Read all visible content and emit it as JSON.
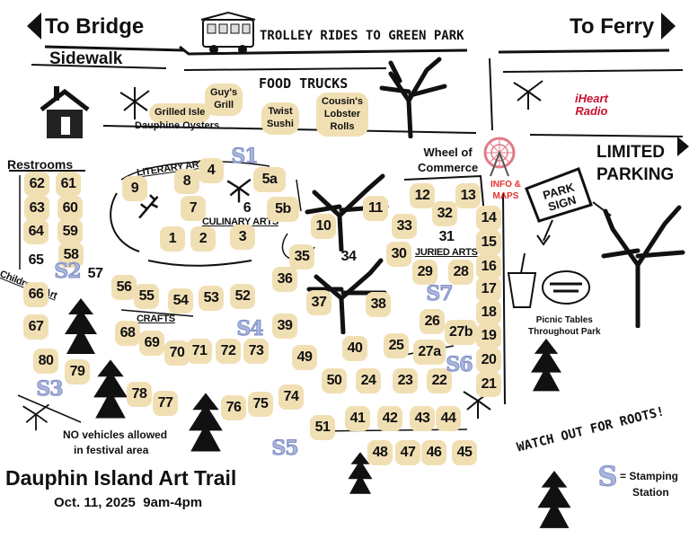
{
  "nav": {
    "to_bridge": "To Bridge",
    "to_ferry": "To Ferry",
    "sidewalk": "Sidewalk",
    "limited_parking_1": "LIMITED",
    "limited_parking_2": "PARKING"
  },
  "banners": {
    "trolley": "TROLLEY RIDES TO GREEN PARK",
    "food_trucks": "FOOD TRUCKS",
    "iheart_1": "iHeart",
    "iheart_2": "Radio"
  },
  "food_trucks": [
    {
      "key": "grilled",
      "lines": [
        "Grilled Isle"
      ]
    },
    {
      "key": "dauphine",
      "lines": [
        "Dauphine Oysters"
      ]
    },
    {
      "key": "guys",
      "lines": [
        "Guy's",
        "Grill"
      ]
    },
    {
      "key": "twist",
      "lines": [
        "Twist",
        "Sushi"
      ]
    },
    {
      "key": "cousins",
      "lines": [
        "Cousin's",
        "Lobster",
        "Rolls"
      ]
    }
  ],
  "areas": {
    "literary": "LITERARY ARTS",
    "culinary": "CULINARY ARTS",
    "juried": "JURIED ARTS",
    "crafts": "CRAFTS",
    "childrens": "Children's Art"
  },
  "landmarks": {
    "restrooms": "Restrooms",
    "wheel_1": "Wheel of",
    "wheel_2": "Commerce",
    "info_1": "INFO &",
    "info_2": "MAPS",
    "park_sign": "PARK SIGN",
    "picnic_1": "Picnic Tables",
    "picnic_2": "Throughout Park",
    "no_vehicles_1": "NO vehicles allowed",
    "no_vehicles_2": "in festival area",
    "roots": "WATCH OUT FOR ROOTS!"
  },
  "footer": {
    "title": "Dauphin Island Art Trail",
    "date": "Oct. 11, 2025",
    "time": "9am-4pm"
  },
  "legend": {
    "symbol": "S",
    "label_1": "= Stamping",
    "label_2": "Station"
  },
  "stamps": [
    "S1",
    "S2",
    "S3",
    "S4",
    "S5",
    "S6",
    "S7"
  ],
  "booths": [
    "1",
    "2",
    "3",
    "4",
    "5a",
    "5b",
    "6",
    "7",
    "8",
    "9",
    "10",
    "11",
    "12",
    "13",
    "14",
    "15",
    "16",
    "17",
    "18",
    "19",
    "20",
    "21",
    "22",
    "23",
    "24",
    "25",
    "26",
    "27a",
    "27b",
    "28",
    "29",
    "30",
    "31",
    "32",
    "33",
    "34",
    "35",
    "36",
    "37",
    "38",
    "39",
    "40",
    "41",
    "42",
    "43",
    "44",
    "45",
    "46",
    "47",
    "48",
    "49",
    "50",
    "51",
    "52",
    "53",
    "54",
    "55",
    "56",
    "57",
    "58",
    "59",
    "60",
    "61",
    "62",
    "63",
    "64",
    "65",
    "66",
    "67",
    "68",
    "69",
    "70",
    "71",
    "72",
    "73",
    "74",
    "75",
    "76",
    "77",
    "78",
    "79",
    "80"
  ],
  "colors": {
    "booth_fill": "#f1dfb4",
    "stamp_blue": "#aab6dc",
    "info_red": "#e0342b",
    "ink": "#111111"
  }
}
